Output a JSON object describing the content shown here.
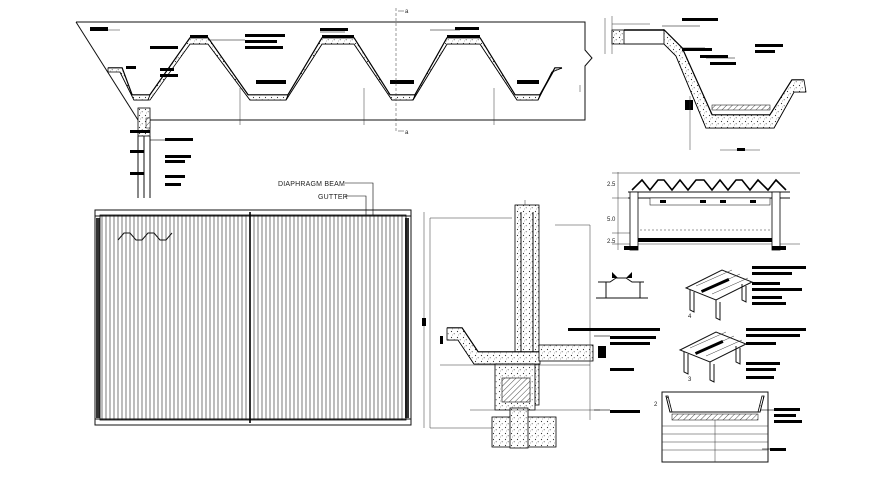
{
  "drawing": {
    "labels": {
      "diaphragm_beam": "DIAPHRAGM BEAM",
      "gutter": "GUTTER"
    },
    "section_marks": [
      "a",
      "a"
    ],
    "elevation_dims": [
      "2.5",
      "5.0",
      "2.5"
    ],
    "detail_numbers": [
      "4",
      "3",
      "2"
    ],
    "colors": {
      "line": "#000000",
      "background": "#ffffff"
    }
  }
}
